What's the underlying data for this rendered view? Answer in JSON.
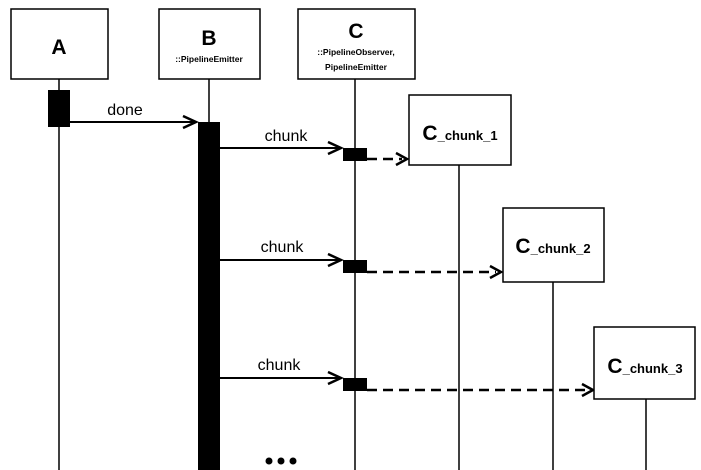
{
  "participants": {
    "a": {
      "title": "A",
      "subtitle": ""
    },
    "b": {
      "title": "B",
      "subtitle": "::PipelineEmitter"
    },
    "c": {
      "title": "C",
      "subtitle_line1": "::PipelineObserver,",
      "subtitle_line2": "PipelineEmitter"
    }
  },
  "messages": {
    "done": "done",
    "chunk_1": "chunk",
    "chunk_2": "chunk",
    "chunk_3": "chunk"
  },
  "chunks": [
    {
      "prefix": "C",
      "suffix": "_chunk_1"
    },
    {
      "prefix": "C",
      "suffix": "_chunk_2"
    },
    {
      "prefix": "C",
      "suffix": "_chunk_3"
    }
  ],
  "continuation": "..."
}
